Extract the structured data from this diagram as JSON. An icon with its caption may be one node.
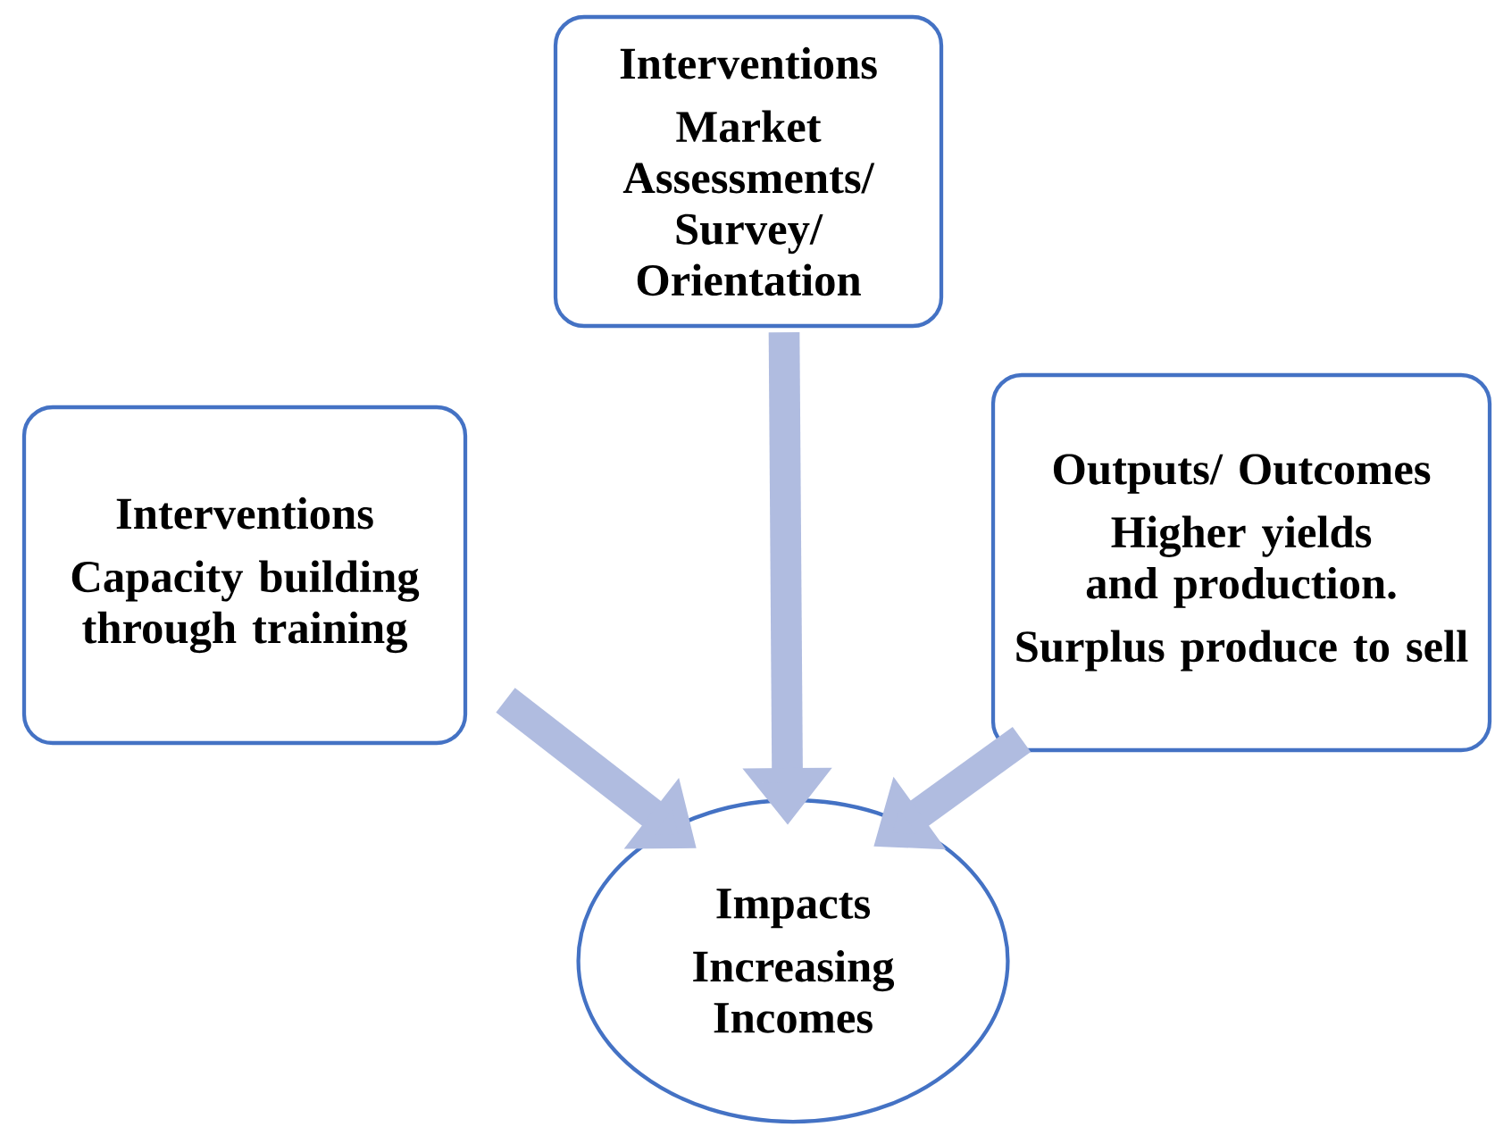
{
  "diagram": {
    "nodes": [
      {
        "text": [
          "Interventions",
          "Capacity building through training"
        ]
      },
      {
        "text": [
          "Interventions",
          "Market Assessments/Survey/Orientation"
        ]
      },
      {
        "text": [
          "Outputs/ Outcomes",
          "Higher yields and production.",
          "Surplus produce to sell"
        ]
      },
      {
        "text": [
          "Impacts",
          "Increasing Incomes"
        ]
      }
    ],
    "edges": [
      {
        "from": 0,
        "to": 3,
        "arrow": "to"
      },
      {
        "from": 1,
        "to": 3,
        "arrow": "to"
      },
      {
        "from": 2,
        "to": 3,
        "arrow": "to"
      }
    ]
  }
}
